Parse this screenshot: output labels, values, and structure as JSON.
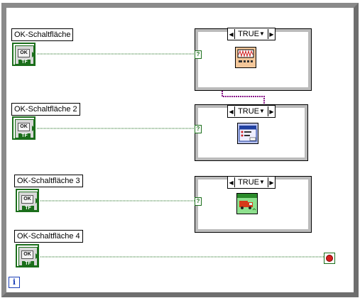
{
  "controls": [
    {
      "label": "OK-Schaltfläche",
      "button_text": "OK",
      "terminal_type": "TF"
    },
    {
      "label": "OK-Schaltfläche 2",
      "button_text": "OK",
      "terminal_type": "TF"
    },
    {
      "label": "OK-Schaltfläche 3",
      "button_text": "OK",
      "terminal_type": "TF"
    },
    {
      "label": "OK-Schaltfläche 4",
      "button_text": "OK",
      "terminal_type": "TF"
    }
  ],
  "cases": [
    {
      "selector_value": "TRUE",
      "subvi_icon": "waveform-graph-icon"
    },
    {
      "selector_value": "TRUE",
      "subvi_icon": "dialog-box-icon"
    },
    {
      "selector_value": "TRUE",
      "subvi_icon": "delivery-truck-icon"
    }
  ],
  "selector_terminal_text": "?",
  "info_icon_text": "i",
  "stop_icon": "stop-icon",
  "colors": {
    "boolean_wire": "#1b6e1b",
    "error_wire": "#8a1a8a",
    "loop_frame": "#8a8a8a",
    "case_frame": "#bbbbbb",
    "stop": "#d62020"
  }
}
